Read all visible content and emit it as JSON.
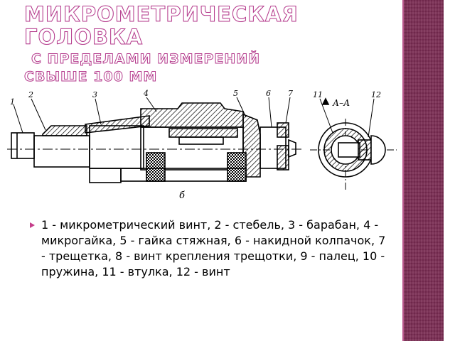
{
  "title": {
    "line1": "Микрометрическая головка",
    "line2": "с пределами измерений",
    "line3": "свыше 100 мм"
  },
  "drawing": {
    "labels": [
      "1",
      "2",
      "3",
      "4",
      "5",
      "6",
      "7",
      "11",
      "12"
    ],
    "section_label": "А–А",
    "view_label": "б"
  },
  "caption": {
    "text": "1 - микрометрический винт, 2 - стебель, 3 - барабан, 4 - микрогайка, 5 - гайка стяжная, 6 - накидной колпачок, 7 - трещетка, 8 - винт крепления трещотки, 9 - палец, 10 - пружина, 11 - втулка, 12 - винт"
  },
  "colors": {
    "title_outline": "#b43a8c",
    "bullet": "#c53e8a",
    "side_band": "#7a2b52"
  },
  "icons": {
    "bullet": "triangle-bullet-icon"
  }
}
